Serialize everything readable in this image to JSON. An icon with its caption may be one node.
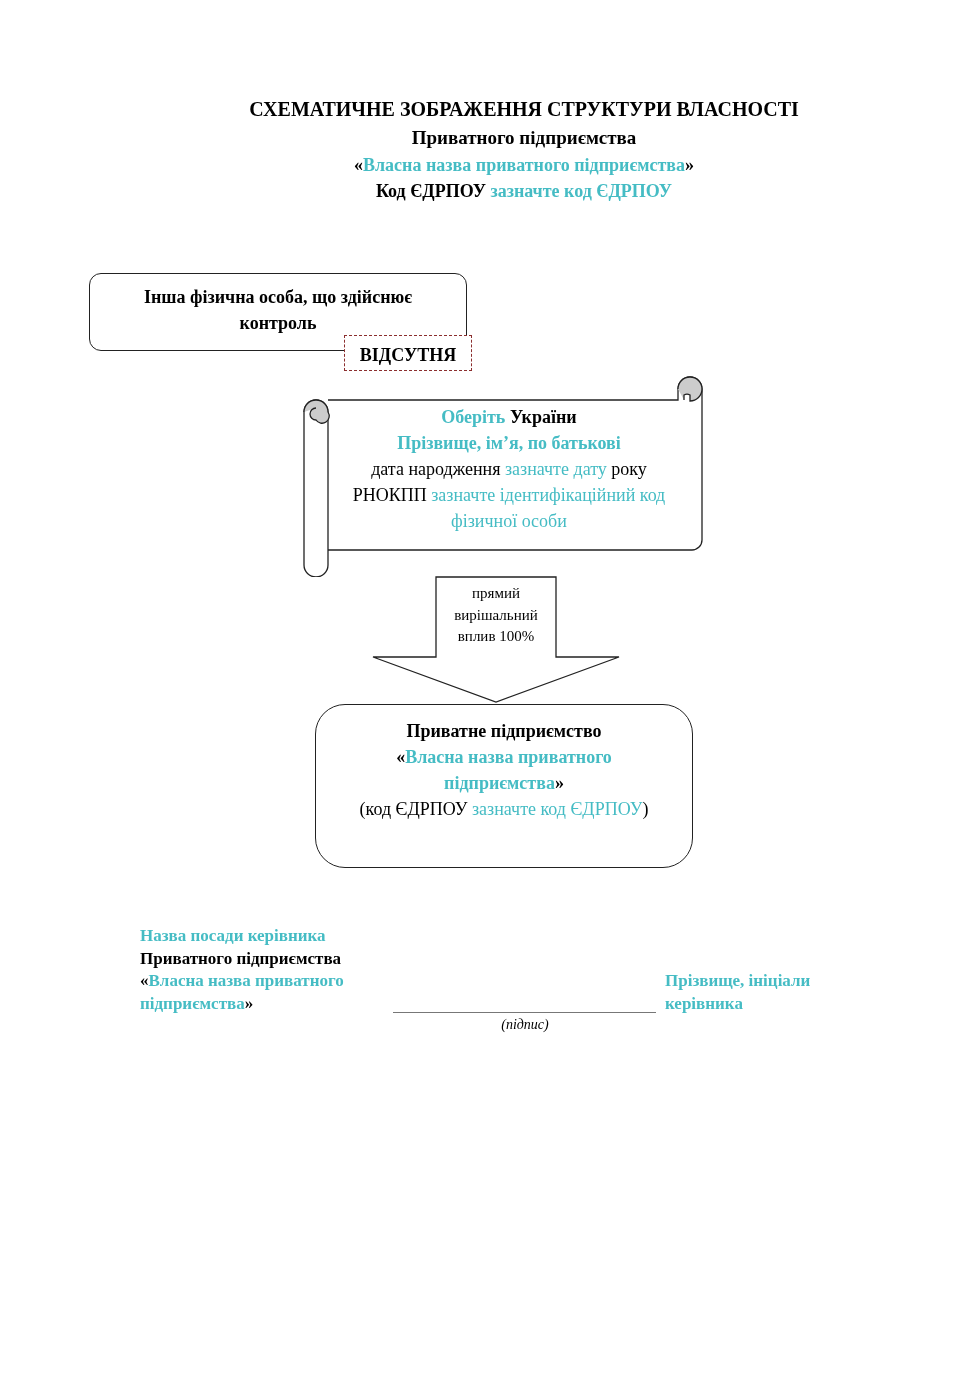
{
  "diagram": {
    "title": "СХЕМАТИЧНЕ ЗОБРАЖЕННЯ СТРУКТУРИ ВЛАСНОСТІ",
    "nodes": [
      {
        "text": [
          "Інша фізична особа, що здійснює контроль"
        ]
      },
      {
        "text": [
          "ВІДСУТНЯ"
        ]
      },
      {
        "text": [
          "*Оберіть* України",
          "*Прізвище, ім’я, по батькові*",
          "дата народження *зазначте дату* року",
          "РНОКПП *зазначте ідентифікаційний код фізичної особи*"
        ]
      },
      {
        "text": [
          "Приватне підприємство",
          "«*Власна назва приватного підприємства*»",
          "(код ЄДРПОУ *зазначте код ЄДРПОУ*)"
        ]
      }
    ],
    "edges": [
      {
        "from": 2,
        "to": 3,
        "arrow": "to",
        "label": "прямий вирішальний вплив 100%"
      }
    ],
    "labels": [
      "Приватного підприємства",
      "«*Власна назва приватного підприємства*»",
      "Код ЄДРПОУ *зазначте код ЄДРПОУ*",
      "*Назва посади керівника*",
      "Приватного підприємства",
      "«*Власна назва приватного підприємства*»",
      "*Прізвище, ініціали керівника*",
      "(підпис)"
    ]
  }
}
